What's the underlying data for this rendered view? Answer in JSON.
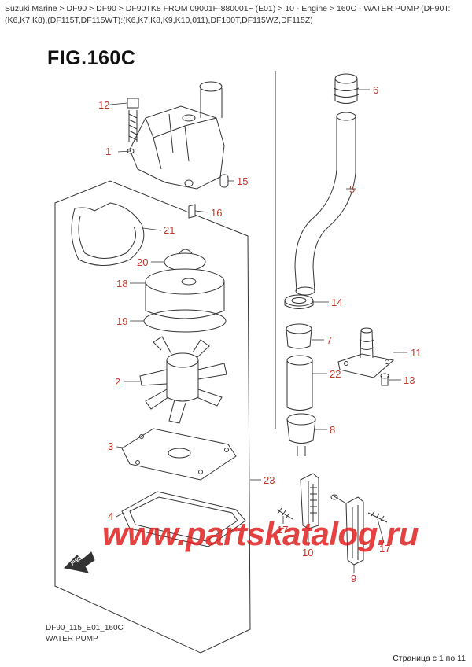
{
  "breadcrumb": "Suzuki Marine > DF90 > DF90 > DF90TK8 FROM 09001F-880001~ (E01) > 10 - Engine > 160C - WATER PUMP (DF90T:(K6,K7,K8),(DF115T,DF115WT):(K6,K7,K8,K9,K10,011),DF100T,DF115WZ,DF115Z)",
  "figure_title": "FIG.160C",
  "callouts": [
    {
      "id": "c1",
      "label": "1"
    },
    {
      "id": "c2",
      "label": "2"
    },
    {
      "id": "c3",
      "label": "3"
    },
    {
      "id": "c4",
      "label": "4"
    },
    {
      "id": "c5",
      "label": "5"
    },
    {
      "id": "c6",
      "label": "6"
    },
    {
      "id": "c7",
      "label": "7"
    },
    {
      "id": "c8",
      "label": "8"
    },
    {
      "id": "c9",
      "label": "9"
    },
    {
      "id": "c10",
      "label": "10"
    },
    {
      "id": "c11",
      "label": "11"
    },
    {
      "id": "c12",
      "label": "12"
    },
    {
      "id": "c13",
      "label": "13"
    },
    {
      "id": "c14",
      "label": "14"
    },
    {
      "id": "c15",
      "label": "15"
    },
    {
      "id": "c16",
      "label": "16"
    },
    {
      "id": "c17a",
      "label": "17"
    },
    {
      "id": "c17b",
      "label": "17"
    },
    {
      "id": "c18",
      "label": "18"
    },
    {
      "id": "c19",
      "label": "19"
    },
    {
      "id": "c20",
      "label": "20"
    },
    {
      "id": "c21",
      "label": "21"
    },
    {
      "id": "c22",
      "label": "22"
    },
    {
      "id": "c23",
      "label": "23"
    }
  ],
  "fwd_label": "FWD",
  "watermark": "www.partskatalog.ru",
  "caption_code": "DF90_115_E01_160C",
  "caption_name": "WATER PUMP",
  "pager": "Страница с 1 по 11",
  "colors": {
    "callout": "#c0392b",
    "line": "#333333",
    "watermark": "#e02020"
  }
}
